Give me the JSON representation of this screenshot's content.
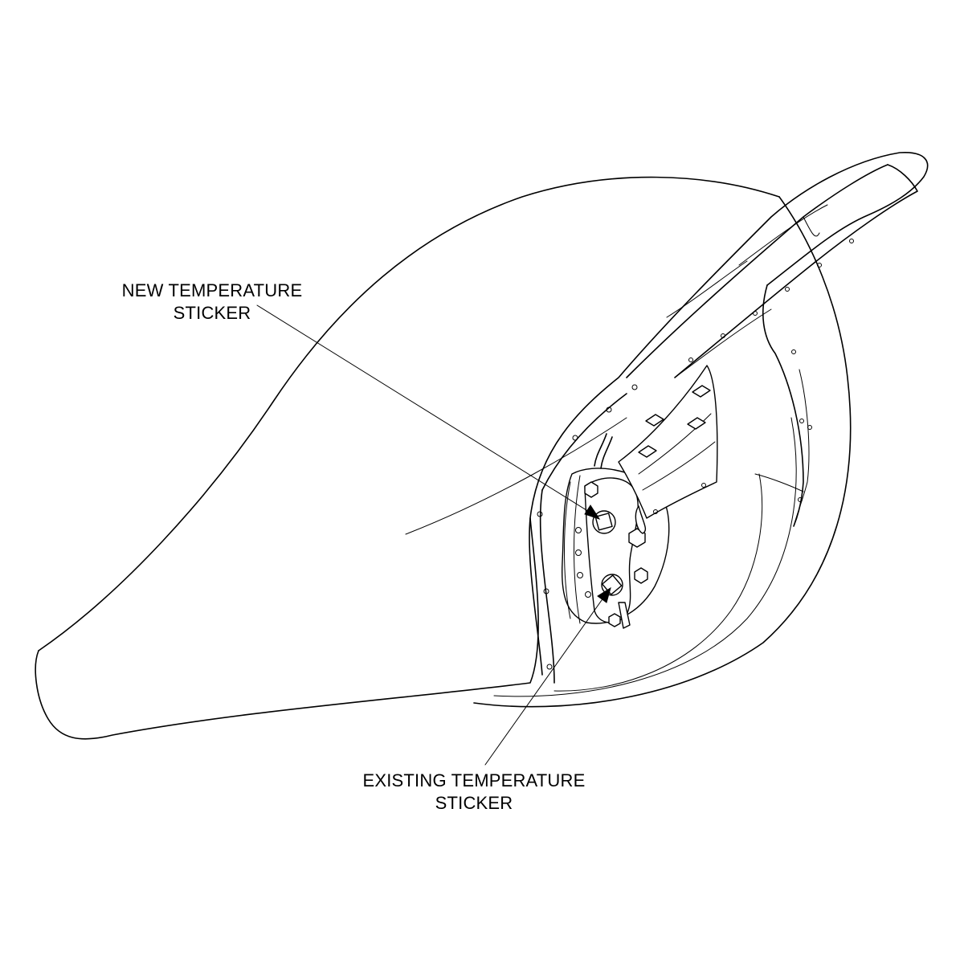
{
  "callouts": {
    "new_sticker": {
      "line1": "NEW TEMPERATURE",
      "line2": "STICKER"
    },
    "existing_sticker": {
      "line1": "EXISTING TEMPERATURE",
      "line2": "STICKER"
    }
  },
  "colors": {
    "line": "#000000",
    "background": "#ffffff"
  }
}
